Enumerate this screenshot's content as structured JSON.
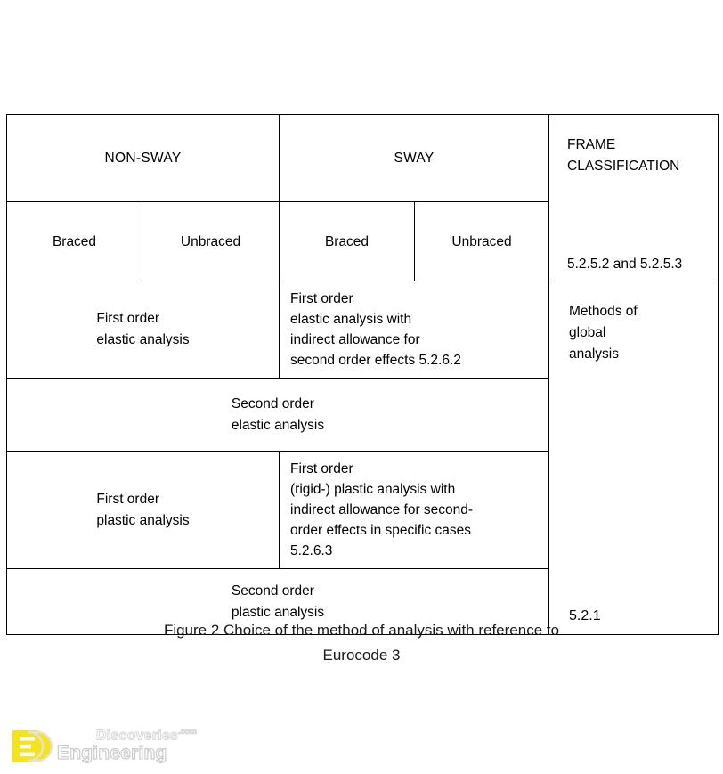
{
  "figure": {
    "caption_line1": "Figure 2  Choice of the method of analysis with reference to",
    "caption_line2": "Eurocode 3",
    "table": {
      "header_groups": [
        {
          "label": "NON-SWAY"
        },
        {
          "label": "SWAY"
        }
      ],
      "header_subcolumns": [
        {
          "label": "Braced"
        },
        {
          "label": "Unbraced"
        },
        {
          "label": "Braced"
        },
        {
          "label": "Unbraced"
        }
      ],
      "right_column": {
        "header_title": "FRAME\nCLASSIFICATION",
        "header_title_line1": "FRAME",
        "header_title_line2": "CLASSIFICATION",
        "header_reference": "5.2.5.2 and 5.2.5.3",
        "body_title_line1": "Methods of",
        "body_title_line2": "global",
        "body_title_line3": "analysis",
        "body_reference": "5.2.1"
      },
      "rows": [
        {
          "nonsway_line1": "First order",
          "nonsway_line2": "elastic analysis",
          "sway_line1": "First order",
          "sway_line2": "elastic analysis with",
          "sway_line3": "indirect allowance for",
          "sway_line4": "second order effects 5.2.6.2"
        },
        {
          "full_line1": "Second order",
          "full_line2": "elastic analysis"
        },
        {
          "nonsway_line1": "First order",
          "nonsway_line2": "plastic analysis",
          "sway_line1": "First order",
          "sway_line2": "(rigid-) plastic analysis with",
          "sway_line3": "indirect allowance for second-",
          "sway_line4": "order effects in specific cases",
          "sway_line5": "5.2.6.3"
        },
        {
          "full_line1": "Second order",
          "full_line2": "plastic analysis"
        }
      ]
    }
  },
  "watermark": {
    "brand_top": "Discoveries",
    "brand_tld": ".com",
    "brand_bottom": "Engineering",
    "logo_letter_e": "E",
    "logo_letter_d": "D",
    "logo_color": "#F5E31C"
  },
  "colors": {
    "page_background": "#FFFFFF",
    "border": "#000000",
    "text": "#000000",
    "watermark_fill": "#FFFFFF",
    "watermark_stroke": "#D0D0D0"
  }
}
